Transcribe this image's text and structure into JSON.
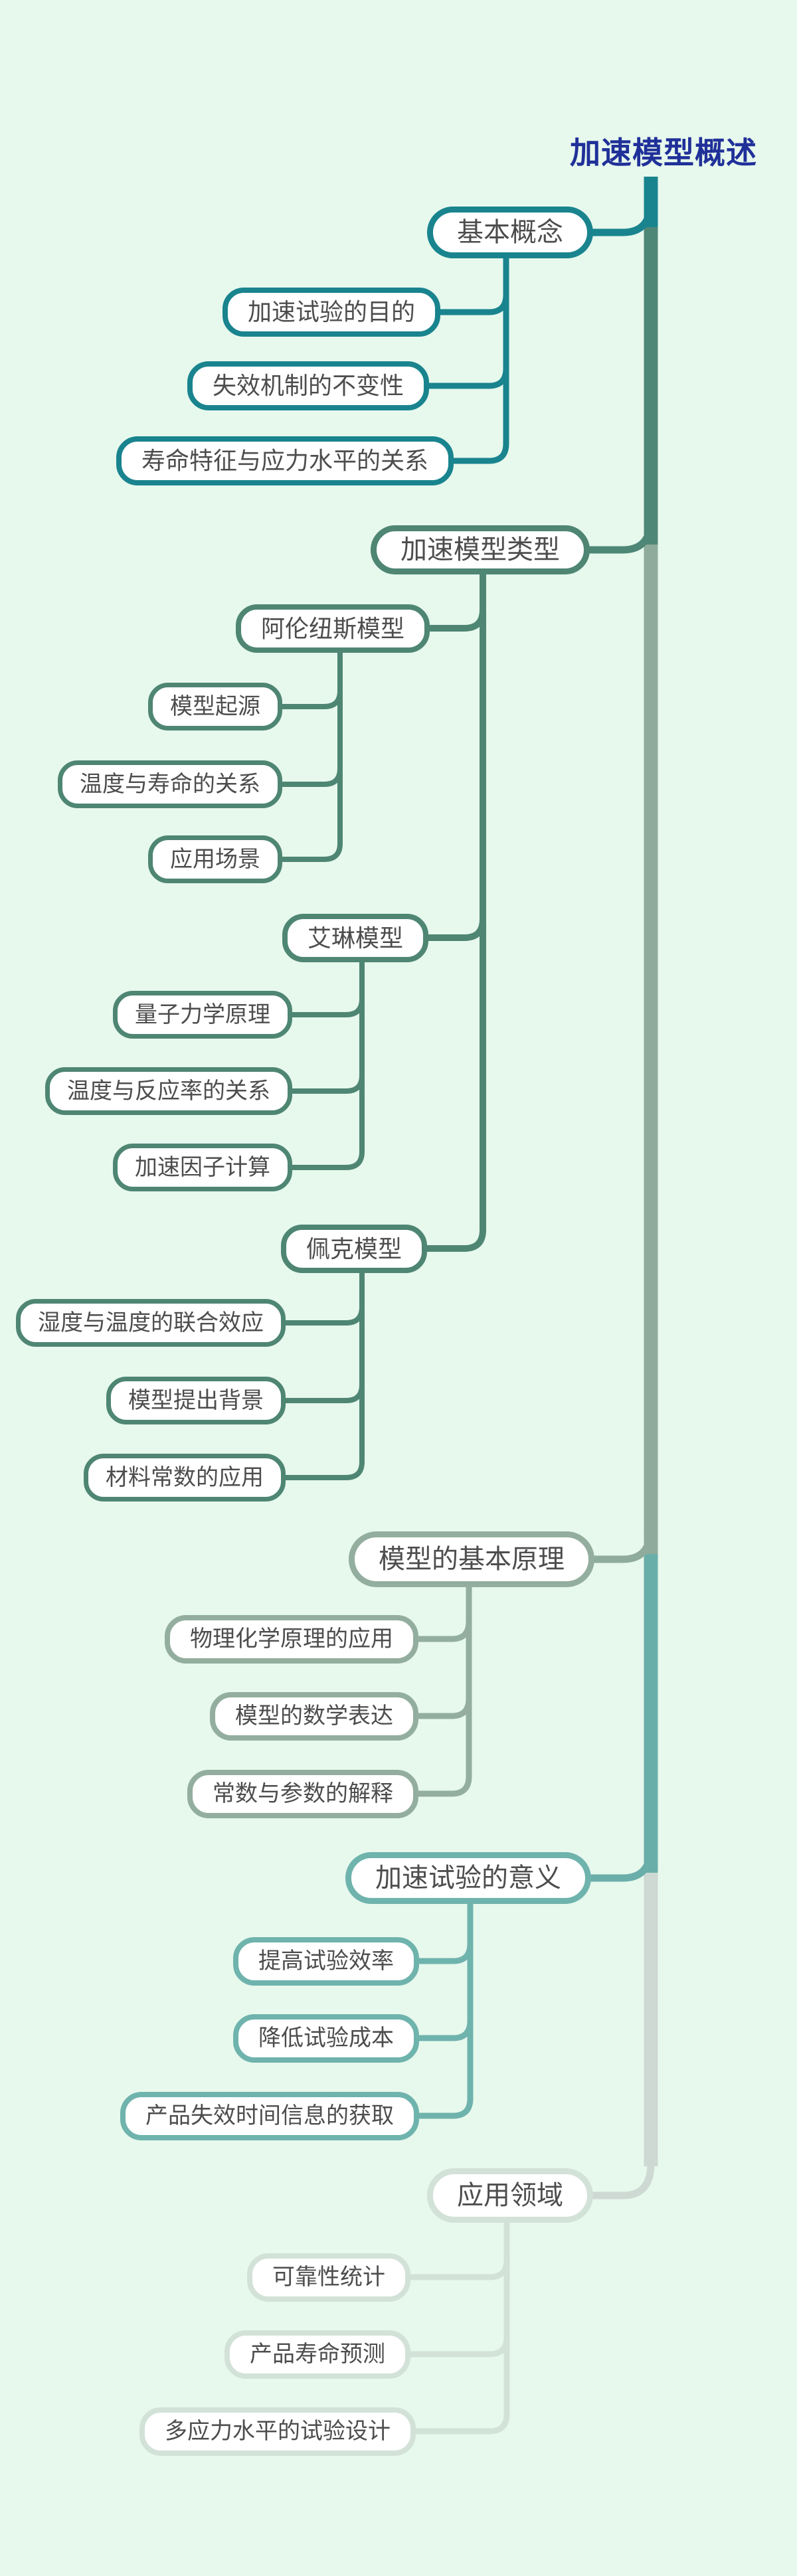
{
  "title": "加速模型概述",
  "colors": {
    "background": "#e7f8ed",
    "title_text": "#203099",
    "node_text": "#4d4d4d",
    "node_fill": "#ffffff",
    "branch_colors": [
      "#19848e",
      "#4e8673",
      "#93ae9e",
      "#6fb3ad",
      "#d3e2d8"
    ],
    "trunk_colors": [
      "#19848e",
      "#4f8777",
      "#8fab9b",
      "#6aaeaa",
      "#cdd9d2"
    ]
  },
  "branches": [
    {
      "label": "基本概念",
      "children": [
        {
          "label": "加速试验的目的"
        },
        {
          "label": "失效机制的不变性"
        },
        {
          "label": "寿命特征与应力水平的关系"
        }
      ]
    },
    {
      "label": "加速模型类型",
      "children": [
        {
          "label": "阿伦纽斯模型",
          "children": [
            {
              "label": "模型起源"
            },
            {
              "label": "温度与寿命的关系"
            },
            {
              "label": "应用场景"
            }
          ]
        },
        {
          "label": "艾琳模型",
          "children": [
            {
              "label": "量子力学原理"
            },
            {
              "label": "温度与反应率的关系"
            },
            {
              "label": "加速因子计算"
            }
          ]
        },
        {
          "label": "佩克模型",
          "children": [
            {
              "label": "湿度与温度的联合效应"
            },
            {
              "label": "模型提出背景"
            },
            {
              "label": "材料常数的应用"
            }
          ]
        }
      ]
    },
    {
      "label": "模型的基本原理",
      "children": [
        {
          "label": "物理化学原理的应用"
        },
        {
          "label": "模型的数学表达"
        },
        {
          "label": "常数与参数的解释"
        }
      ]
    },
    {
      "label": "加速试验的意义",
      "children": [
        {
          "label": "提高试验效率"
        },
        {
          "label": "降低试验成本"
        },
        {
          "label": "产品失效时间信息的获取"
        }
      ]
    },
    {
      "label": "应用领域",
      "children": [
        {
          "label": "可靠性统计"
        },
        {
          "label": "产品寿命预测"
        },
        {
          "label": "多应力水平的试验设计"
        }
      ]
    }
  ]
}
